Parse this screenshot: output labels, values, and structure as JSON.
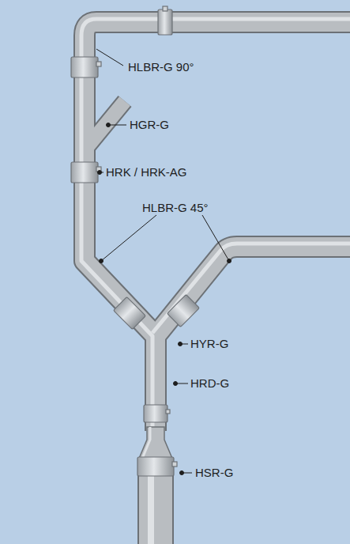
{
  "diagram": {
    "labels": [
      "HLBR-G 90°",
      "HGR-G",
      "HRK / HRK-AG",
      "HLBR-G 45°",
      "HYR-G",
      "HRD-G",
      "HSR-G"
    ]
  }
}
